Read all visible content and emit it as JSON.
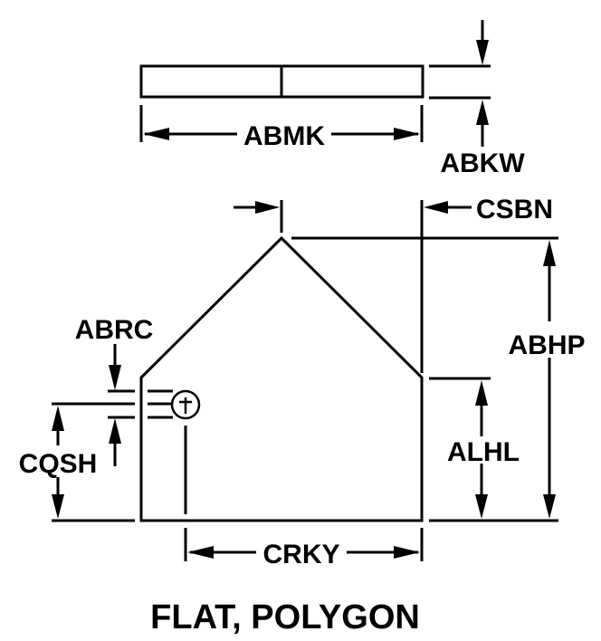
{
  "diagram": {
    "title": "FLAT, POLYGON",
    "colors": {
      "line": "#000000",
      "background": "#ffffff"
    },
    "dimensions": {
      "abmk": "ABMK",
      "abkw": "ABKW",
      "csbn": "CSBN",
      "abhp": "ABHP",
      "abrc": "ABRC",
      "cqsh": "CQSH",
      "alhl": "ALHL",
      "crky": "CRKY"
    },
    "symbols": {
      "hole_center": "circle-with-cross"
    }
  }
}
